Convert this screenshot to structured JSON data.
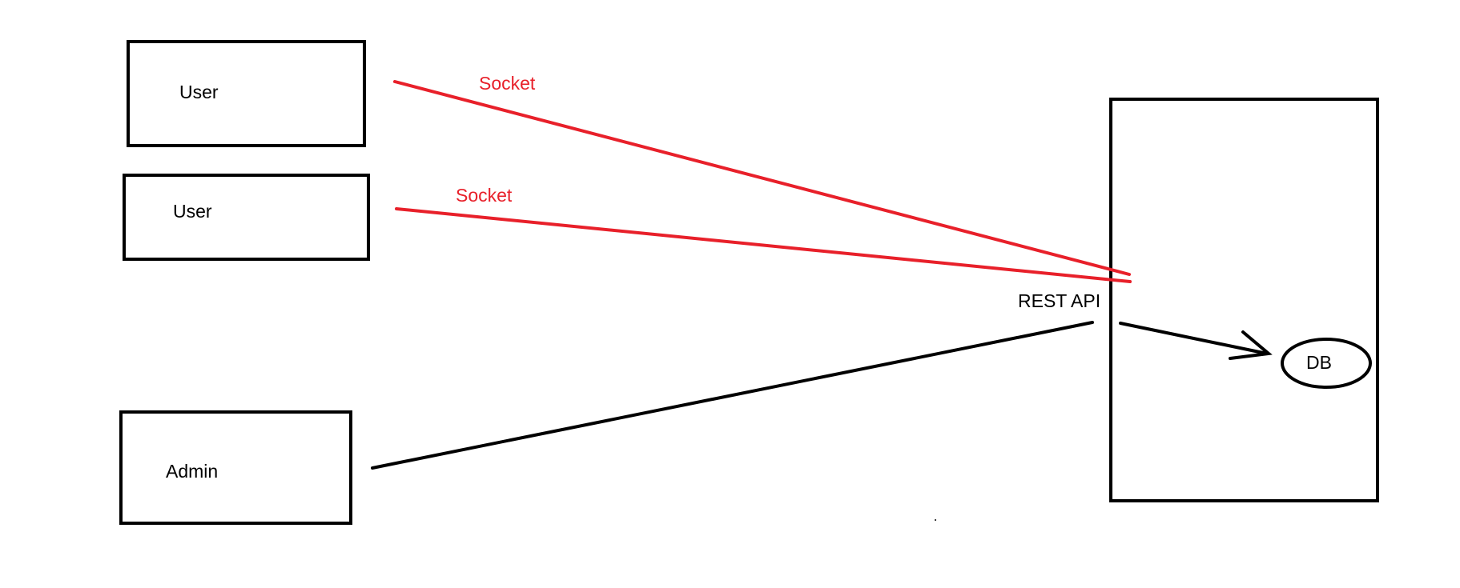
{
  "colors": {
    "socket": "#e8202a",
    "default": "#000000",
    "background": "#ffffff"
  },
  "nodes": {
    "user_1": {
      "label": "User"
    },
    "user_2": {
      "label": "User"
    },
    "admin": {
      "label": "Admin"
    },
    "server": {
      "label": ""
    },
    "db": {
      "label": "DB"
    }
  },
  "edges": {
    "user_1_socket": {
      "label": "Socket",
      "from": "user_1",
      "to": "server"
    },
    "user_2_socket": {
      "label": "Socket",
      "from": "user_2",
      "to": "server"
    },
    "admin_rest": {
      "label": "REST API",
      "from": "admin",
      "to": "server"
    },
    "server_db": {
      "label": "",
      "from": "server",
      "to": "db"
    }
  }
}
